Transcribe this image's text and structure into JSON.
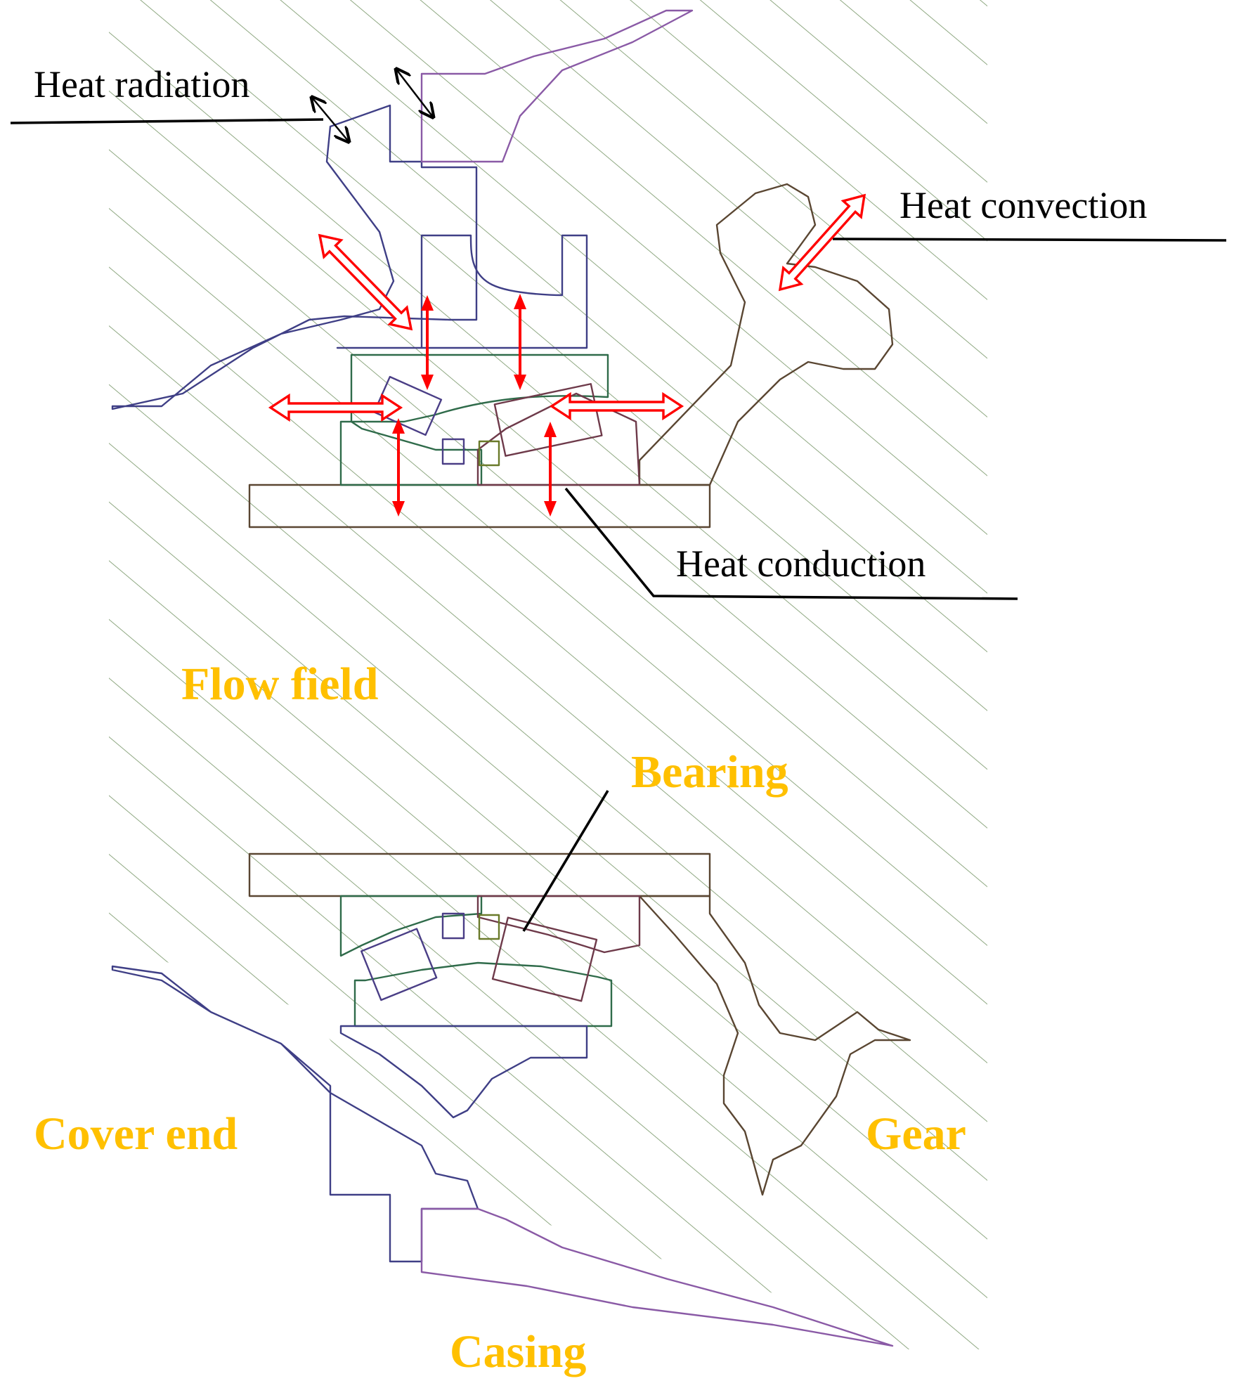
{
  "labels": {
    "heat_radiation": "Heat radiation",
    "heat_convection": "Heat convection",
    "heat_conduction": "Heat conduction",
    "flow_field": "Flow field",
    "bearing": "Bearing",
    "cover_end": "Cover end",
    "gear": "Gear",
    "casing": "Casing"
  },
  "colors": {
    "flow_field_hatch": "#8FA882",
    "cover_end": "#3F3F86",
    "casing": "#8A5AA6",
    "gear_shaft": "#5A4632",
    "bearing_ring": "#2F6B4A",
    "roller_left": "#4A3E86",
    "roller_right": "#6E3A4A",
    "cage": "#6A7A2A",
    "arrow_red": "#FF0000",
    "label_gold": "#FFC000",
    "label_black": "#000000"
  }
}
